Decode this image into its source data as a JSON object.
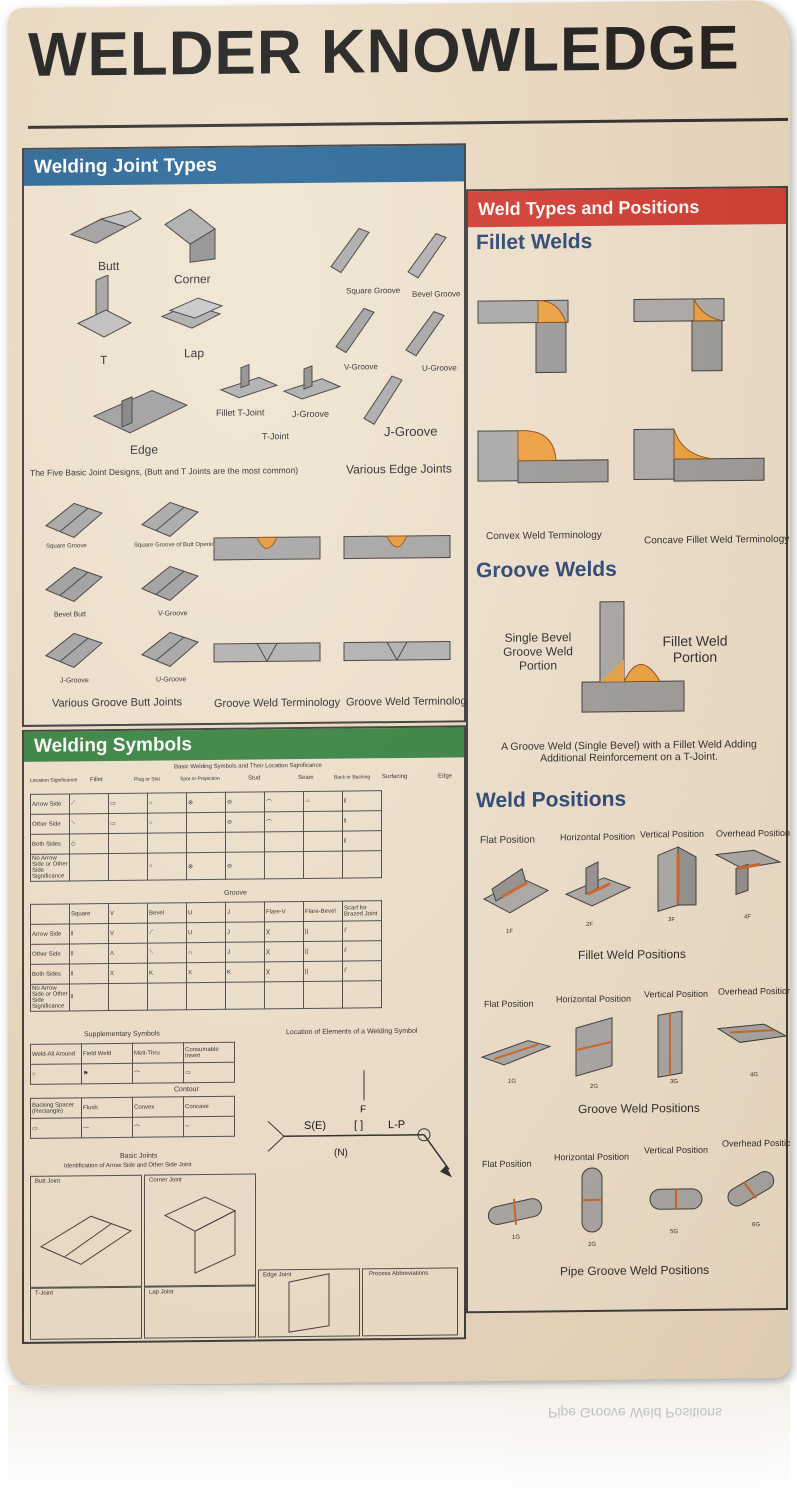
{
  "title": "WELDER KNOWLEDGE",
  "joint_types": {
    "header": "Welding Joint Types",
    "basic": [
      "Butt",
      "Corner",
      "T",
      "Lap",
      "Edge"
    ],
    "basic_caption": "The Five Basic Joint Designs, (Butt and T Joints are the most common)",
    "edge_joints": [
      "Square Groove",
      "Bevel Groove",
      "V-Groove",
      "U-Groove",
      "J-Groove"
    ],
    "edge_caption": "Various Edge Joints",
    "tjoint": [
      "Fillet T-Joint",
      "J-Groove",
      "T-Joint"
    ],
    "groove_joints": [
      "Square Groove",
      "Square Groove of Butt Opening",
      "Bevel Butt",
      "V-Groove",
      "J-Groove",
      "U-Groove"
    ],
    "groove_caption": "Various Groove Butt Joints",
    "terminology_caption": "Groove Weld Terminology"
  },
  "weld_types": {
    "header": "Weld Types and Positions",
    "fillet_title": "Fillet Welds",
    "convex_caption": "Convex Weld Terminology",
    "concave_caption": "Concave Fillet Weld Terminology",
    "groove_title": "Groove Welds",
    "groove_left": "Single Bevel Groove Weld Portion",
    "groove_right": "Fillet Weld Portion",
    "groove_caption": "A Groove Weld (Single Bevel) with a Fillet Weld Adding Additional Reinforcement on a T-Joint.",
    "positions_title": "Weld Positions",
    "positions": [
      "Flat Position",
      "Horizontal Position",
      "Vertical Position",
      "Overhead Position"
    ],
    "fillet_codes": [
      "1F",
      "2F",
      "3F",
      "4F"
    ],
    "fillet_positions_caption": "Fillet Weld Positions",
    "groove_codes": [
      "1G",
      "2G",
      "3G",
      "4G"
    ],
    "groove_positions_caption": "Groove Weld Positions",
    "pipe_codes": [
      "1G",
      "2G",
      "5G",
      "6G"
    ],
    "pipe_positions_caption": "Pipe Groove Weld Positions"
  },
  "symbols": {
    "header": "Welding Symbols",
    "table_title": "Basic Welding Symbols and Their Location Significance",
    "columns": [
      "Location Significance",
      "Fillet",
      "Plug or Slot",
      "Spot or Projection",
      "Stud",
      "Seam",
      "Back or Backing",
      "Surfacing",
      "Edge"
    ],
    "rows": [
      "Arrow Side",
      "Other Side",
      "Both Sides",
      "No Arrow Side or Other Side Significance"
    ],
    "groove_label": "Groove",
    "groove_columns": [
      "Square",
      "V",
      "Bevel",
      "U",
      "J",
      "Flare-V",
      "Flare-Bevel",
      "Scarf for Brazed Joint"
    ],
    "supplementary": "Supplementary Symbols",
    "supp_cols": [
      "Weld-All Around",
      "Field Weld",
      "Melt-Thru",
      "Consumable Insert"
    ],
    "contour": "Contour",
    "contour_cols": [
      "Backing Spacer (Rectangle)",
      "Flush",
      "Convex",
      "Concave"
    ],
    "location_title": "Location of Elements of a Welding Symbol",
    "basic_joints": "Basic Joints",
    "basic_joints_sub": "Identification of Arrow Side and Other Side Joint",
    "joint_names": [
      "Butt Joint",
      "Corner Joint",
      "T-Joint",
      "Lap Joint",
      "Edge Joint"
    ],
    "process_abbrev": "Process Abbreviations"
  },
  "reflection_text": "Pipe Groove Weld Positions",
  "colors": {
    "blue": "#1c5f93",
    "red": "#d1332b",
    "green": "#2d7f3a",
    "background": "#ecdcc4"
  }
}
